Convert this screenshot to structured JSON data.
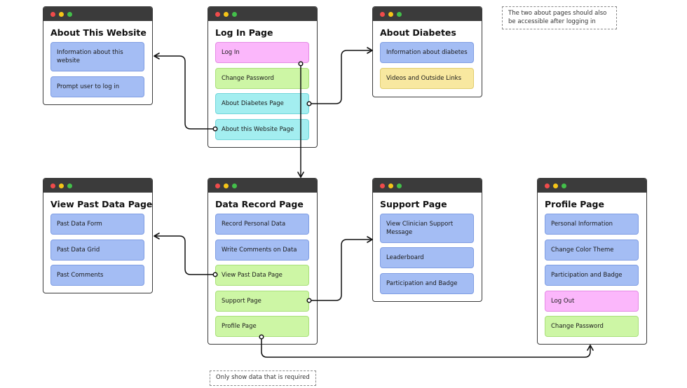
{
  "windows": {
    "about_website": {
      "title": "About This Website",
      "items": [
        "Information about this website",
        "Prompt user to log in"
      ]
    },
    "login": {
      "title": "Log In Page",
      "items": [
        "Log In",
        "Change Password",
        "About Diabetes Page",
        "About this Website Page"
      ]
    },
    "about_diabetes": {
      "title": "About Diabetes",
      "items": [
        "Information about diabetes",
        "Videos and Outside Links"
      ]
    },
    "past_data": {
      "title": "View Past Data Page",
      "items": [
        "Past Data Form",
        "Past Data Grid",
        "Past Comments"
      ]
    },
    "data_record": {
      "title": "Data Record Page",
      "items": [
        "Record Personal Data",
        "Write Comments on Data",
        "View Past Data Page",
        "Support Page",
        "Profile Page"
      ]
    },
    "support": {
      "title": "Support Page",
      "items": [
        "View Clinician Support Message",
        "Leaderboard",
        "Participation and Badge"
      ]
    },
    "profile": {
      "title": "Profile Page",
      "items": [
        "Personal Information",
        "Change Color Theme",
        "Participation and Badge",
        "Log Out",
        "Change Password"
      ]
    }
  },
  "notes": {
    "about_access": "The two about pages should also be accessible after logging in",
    "data_required": "Only show data that is required"
  },
  "colors": {
    "titlebar": "#3b3b3b",
    "blue": "#a4bdf4",
    "green": "#cdf6a5",
    "pink": "#fbb7fb",
    "cyan": "#a3eef0",
    "yellow": "#f8e8a0",
    "connector": "#111111"
  }
}
